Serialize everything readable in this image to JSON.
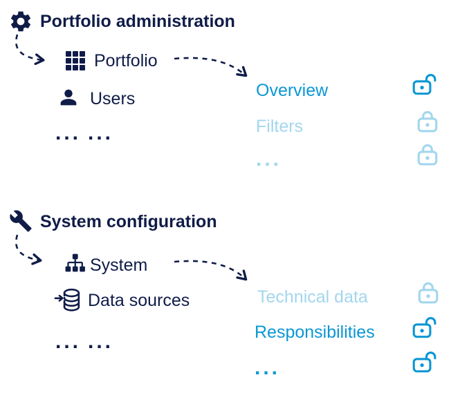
{
  "colors": {
    "navy": "#101c48",
    "cyan": "#0b97d4",
    "light_blue": "#a3d6ee"
  },
  "sections": [
    {
      "title": "Portfolio administration",
      "title_icon": "gear-icon",
      "modules": [
        {
          "icon": "grid-icon",
          "label": "Portfolio"
        },
        {
          "icon": "user-icon",
          "label": "Users"
        }
      ],
      "more_icons": "...",
      "more_labels": "...",
      "pages": [
        {
          "label": "Overview",
          "lock": "unlocked",
          "lock_icon": "lock-open-icon"
        },
        {
          "label": "Filters",
          "lock": "locked",
          "lock_icon": "lock-closed-icon"
        },
        {
          "label": "...",
          "lock": "locked",
          "lock_icon": "lock-closed-icon"
        }
      ]
    },
    {
      "title": "System configuration",
      "title_icon": "wrench-icon",
      "modules": [
        {
          "icon": "sitemap-icon",
          "label": "System"
        },
        {
          "icon": "database-import-icon",
          "label": "Data sources"
        }
      ],
      "more_icons": "...",
      "more_labels": "...",
      "pages": [
        {
          "label": "Technical data",
          "lock": "locked",
          "lock_icon": "lock-closed-icon"
        },
        {
          "label": "Responsibilities",
          "lock": "unlocked",
          "lock_icon": "lock-open-icon"
        },
        {
          "label": "...",
          "lock": "unlocked",
          "lock_icon": "lock-open-icon"
        }
      ]
    }
  ]
}
